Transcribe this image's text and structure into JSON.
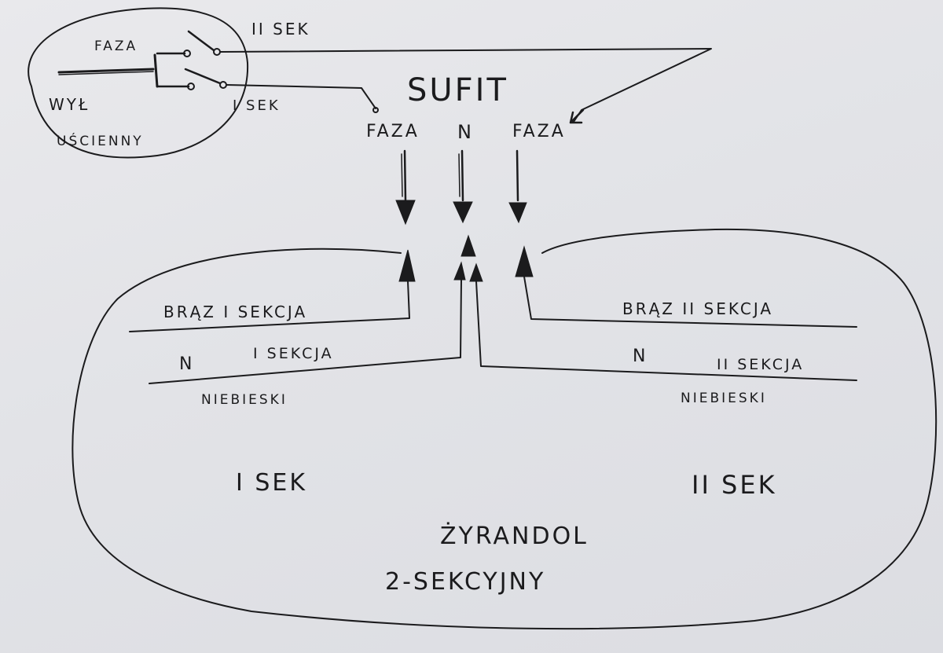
{
  "switch_box": {
    "title_line1": "WYŁ",
    "title_line2": "UŚCIENNY",
    "phase_label": "FAZA",
    "out_sec2": "II SEK",
    "out_sec1": "I SEK"
  },
  "ceiling": {
    "label": "SUFIT",
    "wire_phase_left": "FAZA",
    "wire_neutral": "N",
    "wire_phase_right": "FAZA"
  },
  "chandelier": {
    "left_phase": "BRĄZ I SEKCJA",
    "left_neutral_n": "N",
    "left_neutral": "I SEKCJA",
    "left_color": "NIEBIESKI",
    "right_phase": "BRĄZ II SEKCJA",
    "right_neutral_n": "N",
    "right_neutral": "II SEKCJA",
    "right_color": "NIEBIESKI",
    "section1": "I SEK",
    "section2": "II SEK",
    "title_line1": "ŻYRANDOL",
    "title_line2": "2-SEKCYJNY"
  },
  "colors": {
    "ink": "#1b1b1d",
    "paper": "#e4e5e9"
  }
}
